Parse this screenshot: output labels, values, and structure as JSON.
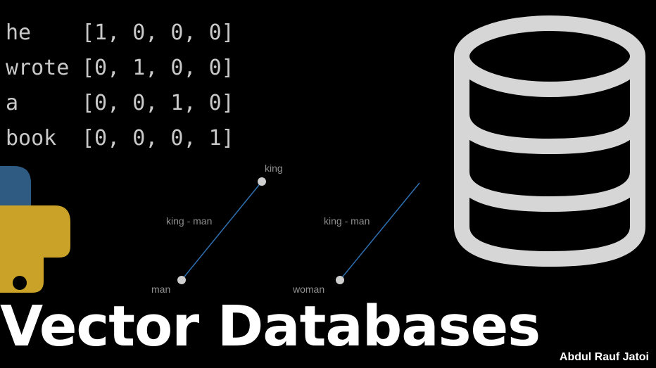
{
  "embeddings": [
    {
      "word": "he",
      "vector": "[1, 0, 0, 0]"
    },
    {
      "word": "wrote",
      "vector": "[0, 1, 0, 0]"
    },
    {
      "word": "a",
      "vector": "[0, 0, 1, 0]"
    },
    {
      "word": "book",
      "vector": "[0, 0, 0, 1]"
    }
  ],
  "analogy": {
    "king": "king",
    "man": "man",
    "woman": "woman",
    "diff_label_1": "king - man",
    "diff_label_2": "king - man"
  },
  "title": "Vector Databases",
  "author": "Abdul Rauf Jatoi",
  "colors": {
    "python_blue": "#2f5b82",
    "python_yellow": "#c9a227",
    "database_icon": "#d6d6d6",
    "vector_line": "#2e6fb0"
  },
  "icons": [
    "python-logo-icon",
    "database-icon"
  ]
}
